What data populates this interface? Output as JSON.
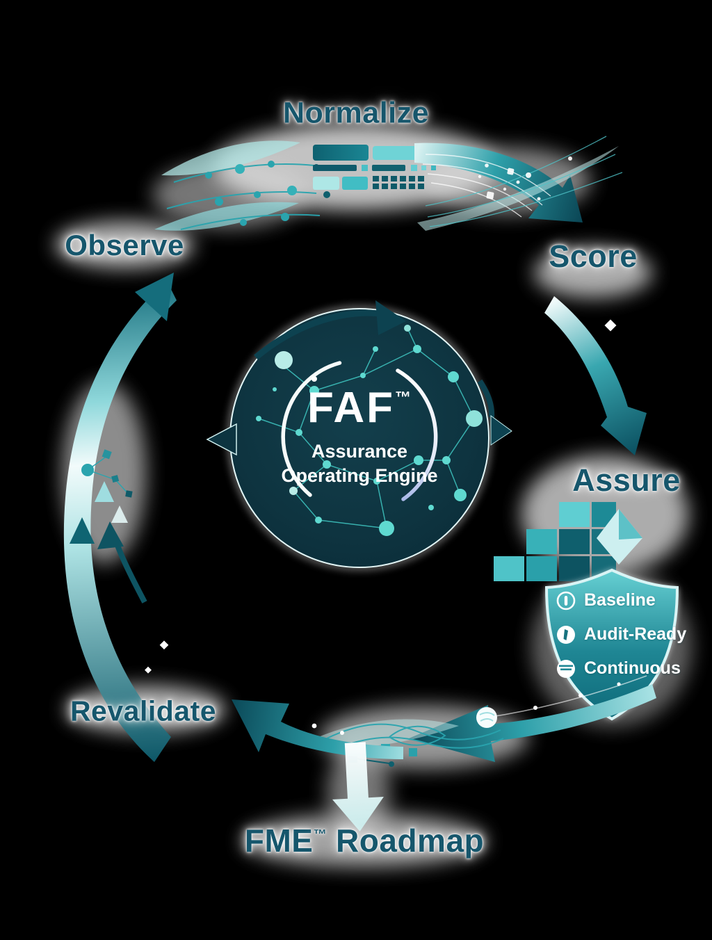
{
  "diagram": {
    "title": "FAF Assurance Operating Engine lifecycle",
    "center": {
      "acronym": "FAF",
      "tm": "™",
      "subtitle1": "Assurance",
      "subtitle2": "Operating Engine"
    },
    "stages": {
      "normalize": "Normalize",
      "score": "Score",
      "assure": "Assure",
      "revalidate": "Revalidate",
      "observe": "Observe",
      "roadmap_prefix": "FME",
      "roadmap_tm": "™",
      "roadmap_suffix": " Roadmap"
    },
    "shield": {
      "items": [
        {
          "icon": "gauge-circle-icon",
          "label": "Baseline"
        },
        {
          "icon": "audit-document-circle-icon",
          "label": "Audit-Ready"
        },
        {
          "icon": "continuous-cycle-circle-icon",
          "label": "Continuous"
        }
      ]
    },
    "colors": {
      "background": "#000000",
      "label_text": "#16566c",
      "center_disc": "#0c3541",
      "node_aqua": "#5fd9d0",
      "arrow_dark": "#0d4f5f",
      "arrow_mid": "#2d9fa9",
      "pale": "#e9f8f8",
      "shield_top": "#5accd0",
      "shield_bottom": "#11707f",
      "ring_white": "#ffffff",
      "ring_blue": "#b9c6ee"
    }
  }
}
